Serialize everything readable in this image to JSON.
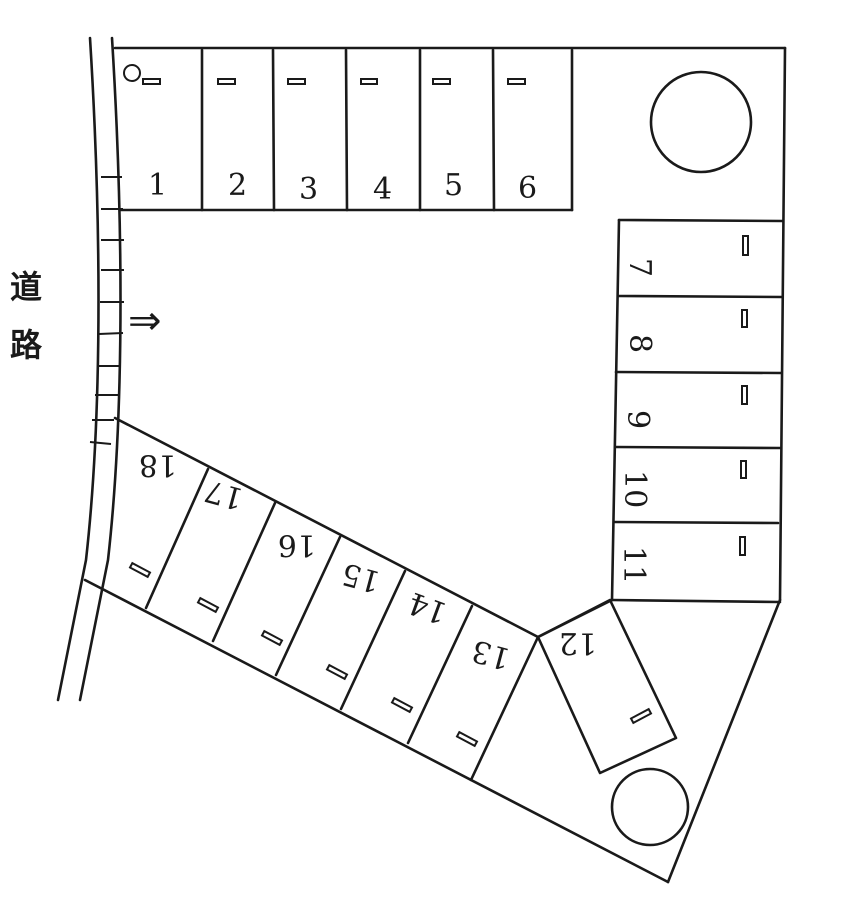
{
  "road": {
    "label_1": "道",
    "label_2": "路",
    "full_label": "道路"
  },
  "entrance_arrow": "⇒",
  "stalls": [
    {
      "number": "1",
      "row": "top"
    },
    {
      "number": "2",
      "row": "top"
    },
    {
      "number": "3",
      "row": "top"
    },
    {
      "number": "4",
      "row": "top"
    },
    {
      "number": "5",
      "row": "top"
    },
    {
      "number": "6",
      "row": "top"
    },
    {
      "number": "7",
      "row": "right"
    },
    {
      "number": "8",
      "row": "right"
    },
    {
      "number": "9",
      "row": "right"
    },
    {
      "number": "10",
      "row": "right"
    },
    {
      "number": "11",
      "row": "right"
    },
    {
      "number": "12",
      "row": "corner"
    },
    {
      "number": "13",
      "row": "bottom"
    },
    {
      "number": "14",
      "row": "bottom"
    },
    {
      "number": "15",
      "row": "bottom"
    },
    {
      "number": "16",
      "row": "bottom"
    },
    {
      "number": "17",
      "row": "bottom"
    },
    {
      "number": "18",
      "row": "bottom"
    }
  ],
  "features": {
    "large_circle": "circle",
    "small_circle": "circle",
    "small_marker": "O"
  },
  "colors": {
    "line": "#1a1a1a",
    "background": "#ffffff"
  }
}
